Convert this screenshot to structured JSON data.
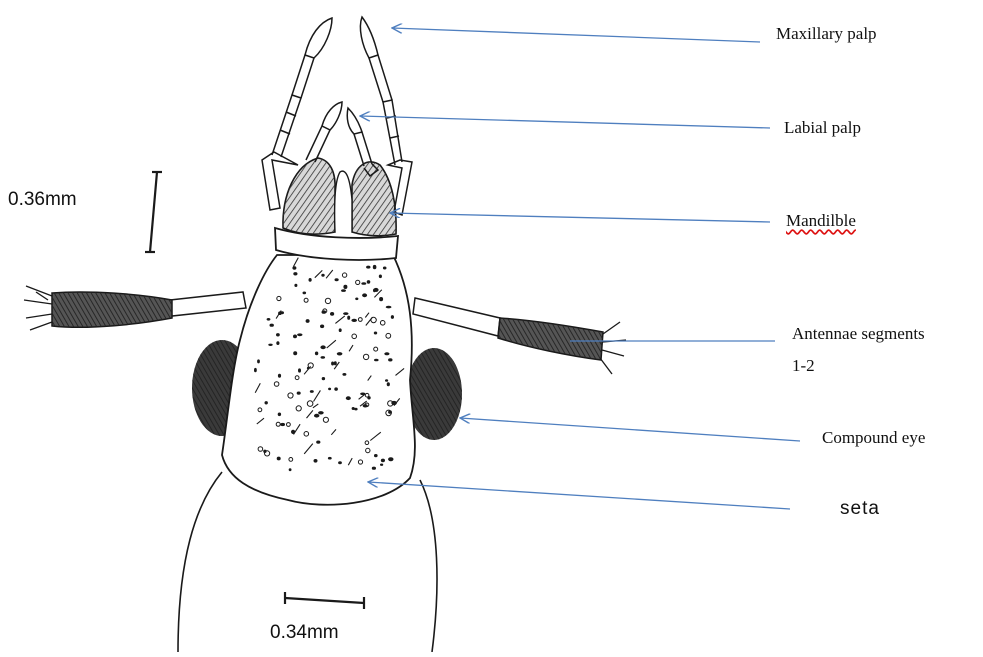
{
  "figure": {
    "labels": {
      "maxillary_palp": "Maxillary palp",
      "labial_palp": "Labial palp",
      "mandible": "Mandilble",
      "antennae_line1": "Antennae segments",
      "antennae_line2": "1-2",
      "compound_eye": "Compound eye",
      "seta": "seta"
    },
    "scale_bars": {
      "vertical": "0.36mm",
      "horizontal": "0.34mm"
    },
    "colors": {
      "pointer_line": "#4f7fbf",
      "ink": "#1a1a1a",
      "spellcheck_underline": "#d11111"
    }
  }
}
